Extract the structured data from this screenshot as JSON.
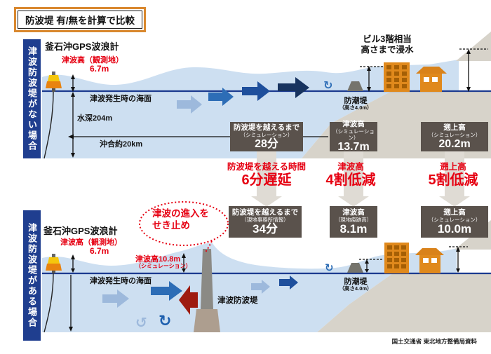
{
  "title": "防波堤 有/無を計算で比較",
  "source": "国土交通省 東北地方整備局資料",
  "colors": {
    "accent_red": "#e60012",
    "sidebar_blue": "#1f3e8f",
    "sea_line_navy": "#1b3a8f",
    "sea_fill": "#cddff1",
    "land_fill": "#d7d3ca",
    "stat_box": "#5a524c",
    "title_border_orange": "#d9882e",
    "building_orange": "#e0891c",
    "reflect_arrow_red": "#9e1b10"
  },
  "top": {
    "side_label": "津波防波堤がない場合",
    "gps_label": "釜石沖GPS波浪計",
    "obs_height_label": "津波高（観測地）",
    "obs_height_value": "6.7m",
    "sea_surface_label": "津波発生時の海面",
    "depth_label": "水深204m",
    "offshore_label": "沖合約20km",
    "flood_line1": "ビル3階相当",
    "flood_line2": "高さまで浸水",
    "seawall_label": "防潮堤",
    "seawall_height": "（高さ4.0m）",
    "stats": [
      {
        "title": "防波堤を越えるまで",
        "sub": "（シミュレーション）",
        "value": "28分"
      },
      {
        "title": "津波高",
        "sub": "（シミュレーション）",
        "value": "13.7m"
      },
      {
        "title": "遡上高",
        "sub": "（シミュレーション）",
        "value": "20.2m"
      }
    ]
  },
  "comparison": [
    {
      "label": "防波堤を越える時間",
      "value": "6分遅延"
    },
    {
      "label": "津波高",
      "value": "4割低減"
    },
    {
      "label": "遡上高",
      "value": "5割低減"
    }
  ],
  "bottom": {
    "side_label": "津波防波堤がある場合",
    "gps_label": "釜石沖GPS波浪計",
    "obs_height_label": "津波高（観測地）",
    "obs_height_value": "6.7m",
    "sim_height_label": "津波高10.8m",
    "sim_height_sub": "（シミュレーション）",
    "sea_surface_label": "津波発生時の海面",
    "bubble_line1": "津波の進入を",
    "bubble_line2": "せき止め",
    "breakwater_label": "津波防波堤",
    "seawall_label": "防潮堤",
    "seawall_height": "（高さ4.0m）",
    "stats": [
      {
        "title": "防波堤を越えるまで",
        "sub": "（現地事務所情報）",
        "value": "34分"
      },
      {
        "title": "津波高",
        "sub": "（現地痕跡高）",
        "value": "8.1m"
      },
      {
        "title": "遡上高",
        "sub": "（シミュレーション）",
        "value": "10.0m"
      }
    ]
  }
}
